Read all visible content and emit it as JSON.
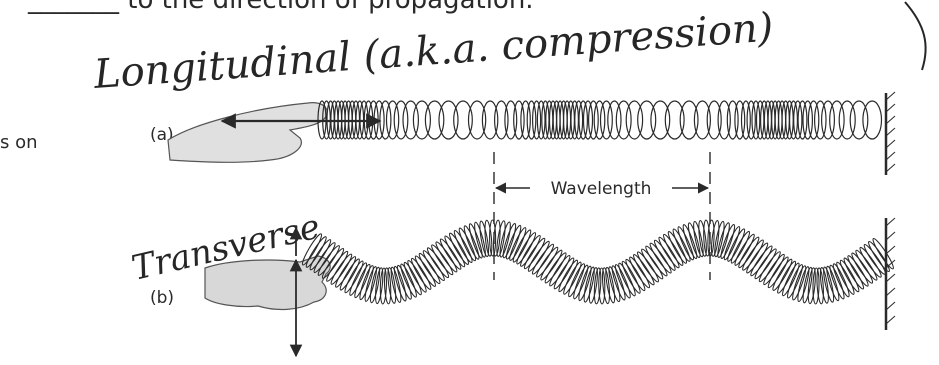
{
  "top_text": "_______ to the direction of propagation.",
  "side_fragment": "s on",
  "annotations": {
    "longitudinal": "Longitudinal (a.k.a. compression)",
    "transverse": "Transverse"
  },
  "panels": {
    "a": {
      "label": "(a)"
    },
    "b": {
      "label": "(b)"
    }
  },
  "wavelength_label": "Wavelength",
  "colors": {
    "ink": "#2a2a2a",
    "hand_shade": "#d8d8d8"
  }
}
